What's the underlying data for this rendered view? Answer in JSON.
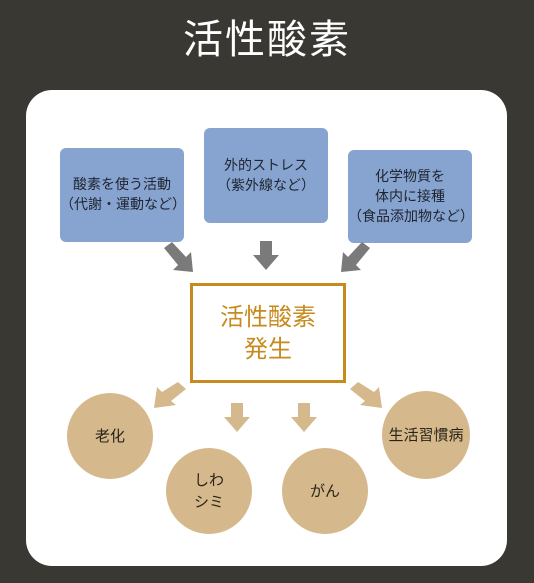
{
  "title": "活性酸素",
  "causes": [
    {
      "label": "酸素を使う活動\n（代謝・運動など）"
    },
    {
      "label": "外的ストレス\n（紫外線など）"
    },
    {
      "label": "化学物質を\n体内に接種\n（食品添加物など）"
    }
  ],
  "center": {
    "label": "活性酸素\n発生"
  },
  "effects": [
    {
      "label": "老化"
    },
    {
      "label": "しわ\nシミ"
    },
    {
      "label": "がん"
    },
    {
      "label": "生活習慣病"
    }
  ],
  "colors": {
    "background": "#3a3833",
    "cause_box": "#86a4cf",
    "center_border": "#c68a1d",
    "effect_circle": "#d5b98c",
    "cause_arrow": "#7a7a7a",
    "effect_arrow": "#d5b98c"
  }
}
